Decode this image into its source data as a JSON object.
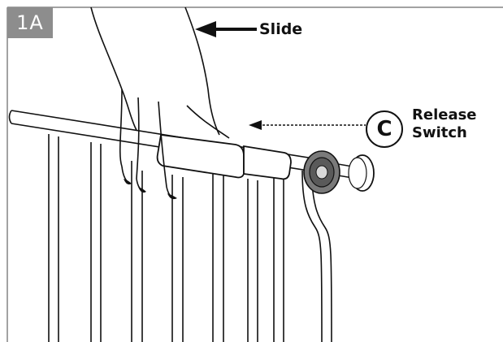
{
  "step": {
    "label": "1A"
  },
  "annotations": {
    "slide_label": "Slide",
    "callout_letter": "C",
    "release_line1": "Release",
    "release_line2": "Switch"
  },
  "colors": {
    "badge": "#8d8d8d",
    "line": "#111111",
    "knob": "#7a7a7a"
  }
}
